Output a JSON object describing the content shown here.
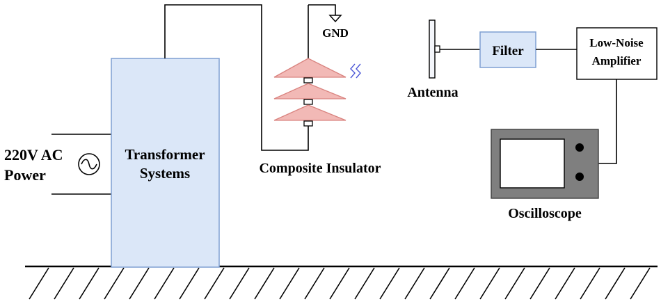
{
  "power": {
    "line1": "220V AC",
    "line2": "Power"
  },
  "transformer": {
    "line1": "Transformer",
    "line2": "Systems"
  },
  "gnd": "GND",
  "insulator": "Composite Insulator",
  "antenna": "Antenna",
  "filter": "Filter",
  "lna": {
    "line1": "Low-Noise",
    "line2": "Amplifier"
  },
  "oscilloscope": "Oscilloscope",
  "colors": {
    "box_fill": "#dbe7f8",
    "box_stroke": "#7f9fd2",
    "shed_fill": "#f2b9b6",
    "shed_stroke": "#d9837f",
    "scope_body": "#7f7f7f",
    "discharge": "#4a55d6"
  }
}
